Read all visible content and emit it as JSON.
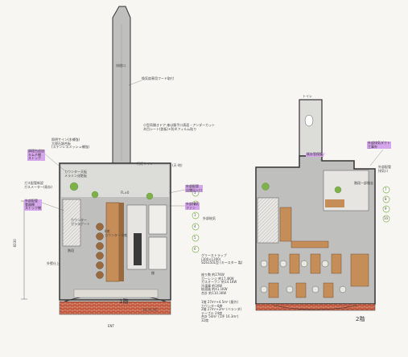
{
  "floors": {
    "first_label": "1階",
    "second_label": "2階"
  },
  "chimney": {
    "label": "排煙口",
    "hood_note": "換気扇専用フード取付"
  },
  "first_floor": {
    "fl_plus2": "FL±0",
    "gl_label": "GL-FL-55",
    "entrance": "ENT",
    "width_dim": "6030",
    "kitchen_door": "小型両開きドア 扉は勝手口表面・アンダーカット\n木目シート(鉄板)+防炎フィルム貼り",
    "lighting_note": "照明サイン(木補強)\n大理石調合板\n(ステンレスメッシュ補強)",
    "counter_top": "カウンター天板\nメラミン化粧板",
    "illuminated": "行灯サイン",
    "upper_note": "(天-地)",
    "counter_note": "カウンター\nガラスゲート",
    "bench": "8席\nカウンター 8席",
    "stairs_label": "階段",
    "toilet_label": "トイレ",
    "wall_label": "外壁仕上",
    "shelf_label": "棚",
    "grease": "グリーストラップ\n(300×1200)\nSDS150L型 (キースター 製)",
    "area_notes": "1階 27m²+4.5m² (屋外)\nカウンター8席\n2階 27m²+2m² (ベランダ)\nテーブル 24席\n合計 54m² (1坪 16.3m²)\n32席",
    "seat_totals": "座り数 約27KW\nガーレンジ 約17.4KW\nガスオーブン 約14.1KW\n冷凍庫 約1KW\n給湯器 約41.1KW\n合計 約110.3KW"
  },
  "callouts": {
    "left_top": "調理台追加\nキムチ棚\nストック",
    "left_mid": "外部配管\n食器棚\nストック棚",
    "left_low": "ガス配管新設\nガスメーター(既存)",
    "right_a": "外部配管\n店舗出入口",
    "right_b": "外部排気\nファン",
    "right_c": "外部給気",
    "right_2f_top": "外部排気ダクト\n工事外",
    "right_2f_mid": "外部配管\n排気口",
    "stairs_2f": "階段一部撤去",
    "window_2f": "既存窓保護"
  },
  "markers": [
    "1",
    "2",
    "3",
    "4",
    "5",
    "6",
    "7",
    "8",
    "9",
    "10"
  ],
  "colors": {
    "floor": "#bfbfbd",
    "wood": "#c58d58",
    "wood_dark": "#9a6a3f",
    "brick": "#c1553a",
    "green": "#7fb14a",
    "highlight": "#d6a6ec",
    "wall": "#333333"
  }
}
